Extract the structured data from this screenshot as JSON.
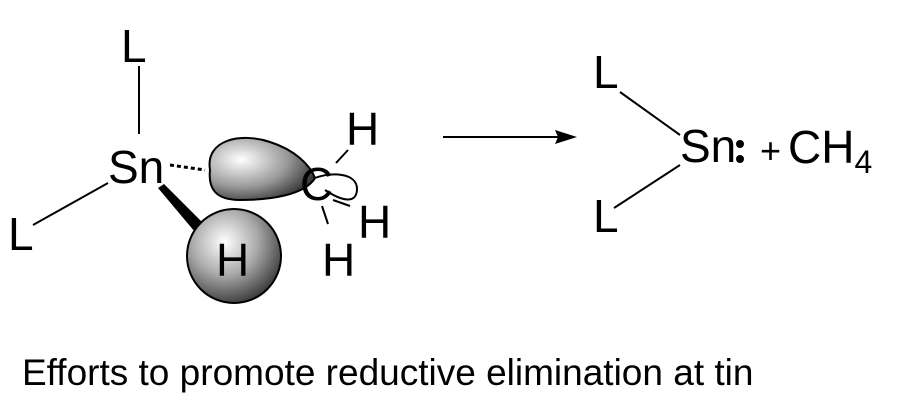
{
  "reactant": {
    "metal": "Sn",
    "ligand_top": "L",
    "ligand_left": "L",
    "hydride": "H",
    "carbon": "C",
    "methyl_h": [
      "H",
      "H",
      "H"
    ]
  },
  "product": {
    "ligand_top": "L",
    "ligand_bottom": "L",
    "metal": "Sn",
    "plus": "+",
    "methane": "CH",
    "methane_subscript": "4"
  },
  "caption": "Efforts to promote reductive elimination at tin"
}
